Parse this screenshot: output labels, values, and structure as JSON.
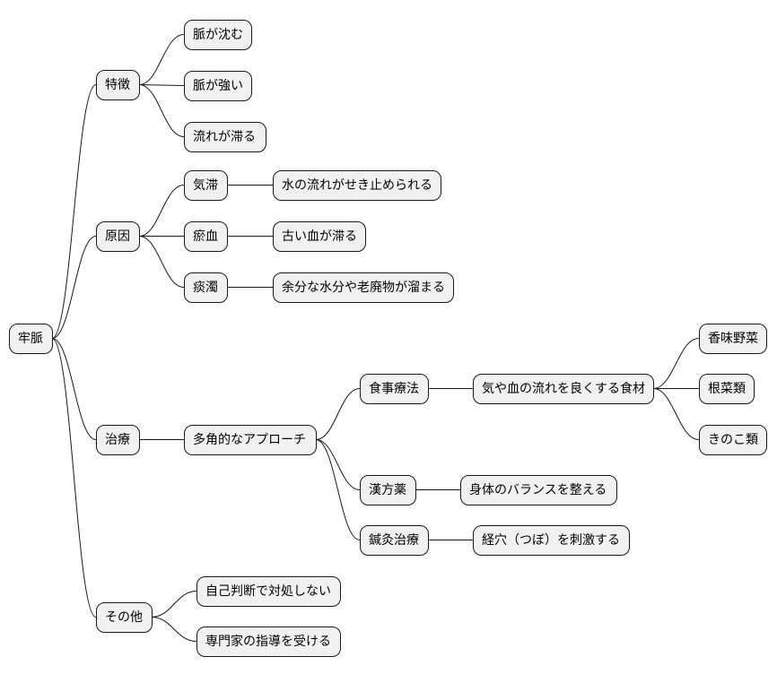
{
  "mindmap": {
    "root": {
      "id": "root",
      "label": "牢脈",
      "children": [
        {
          "id": "features",
          "label": "特徴",
          "children": [
            {
              "id": "f1",
              "label": "脈が沈む"
            },
            {
              "id": "f2",
              "label": "脈が強い"
            },
            {
              "id": "f3",
              "label": "流れが滞る"
            }
          ]
        },
        {
          "id": "causes",
          "label": "原因",
          "children": [
            {
              "id": "c1",
              "label": "気滞",
              "children": [
                {
                  "id": "c1a",
                  "label": "水の流れがせき止められる"
                }
              ]
            },
            {
              "id": "c2",
              "label": "瘀血",
              "children": [
                {
                  "id": "c2a",
                  "label": "古い血が滞る"
                }
              ]
            },
            {
              "id": "c3",
              "label": "痰濁",
              "children": [
                {
                  "id": "c3a",
                  "label": "余分な水分や老廃物が溜まる"
                }
              ]
            }
          ]
        },
        {
          "id": "treatment",
          "label": "治療",
          "children": [
            {
              "id": "t1",
              "label": "多角的なアプローチ",
              "children": [
                {
                  "id": "t1a",
                  "label": "食事療法",
                  "children": [
                    {
                      "id": "t1a1",
                      "label": "気や血の流れを良くする食材",
                      "children": [
                        {
                          "id": "t1a1a",
                          "label": "香味野菜"
                        },
                        {
                          "id": "t1a1b",
                          "label": "根菜類"
                        },
                        {
                          "id": "t1a1c",
                          "label": "きのこ類"
                        }
                      ]
                    }
                  ]
                },
                {
                  "id": "t1b",
                  "label": "漢方薬",
                  "children": [
                    {
                      "id": "t1b1",
                      "label": "身体のバランスを整える"
                    }
                  ]
                },
                {
                  "id": "t1c",
                  "label": "鍼灸治療",
                  "children": [
                    {
                      "id": "t1c1",
                      "label": "経穴（つぼ）を刺激する"
                    }
                  ]
                }
              ]
            }
          ]
        },
        {
          "id": "other",
          "label": "その他",
          "children": [
            {
              "id": "o1",
              "label": "自己判断で対処しない"
            },
            {
              "id": "o2",
              "label": "専門家の指導を受ける"
            }
          ]
        }
      ]
    }
  }
}
